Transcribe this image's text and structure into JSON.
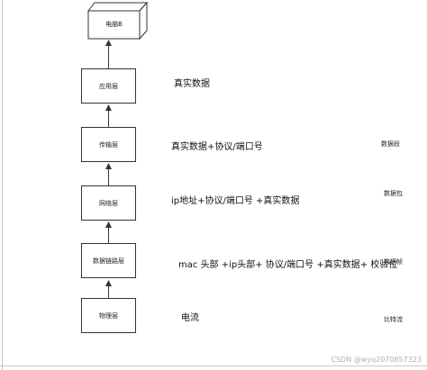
{
  "computer": {
    "label": "电脑B"
  },
  "layers": [
    {
      "label": "应用层",
      "content": "真实数据",
      "unit": ""
    },
    {
      "label": "传输层",
      "content": "真实数据+协议/端口号",
      "unit": "数据段"
    },
    {
      "label": "网络层",
      "content": "ip地址+协议/端口号 +真实数据",
      "unit": "数据包"
    },
    {
      "label": "数据链路层",
      "content": "mac 头部 +ip头部+ 协议/端口号 +真实数据+ 校验位",
      "unit": "数据帧"
    },
    {
      "label": "物理层",
      "content": "电流",
      "unit": "比特流"
    }
  ],
  "watermark": "CSDN @wyq2070857323",
  "colors": {
    "stroke": "#333333",
    "text": "#111111",
    "watermark": "#b0b0b0"
  }
}
